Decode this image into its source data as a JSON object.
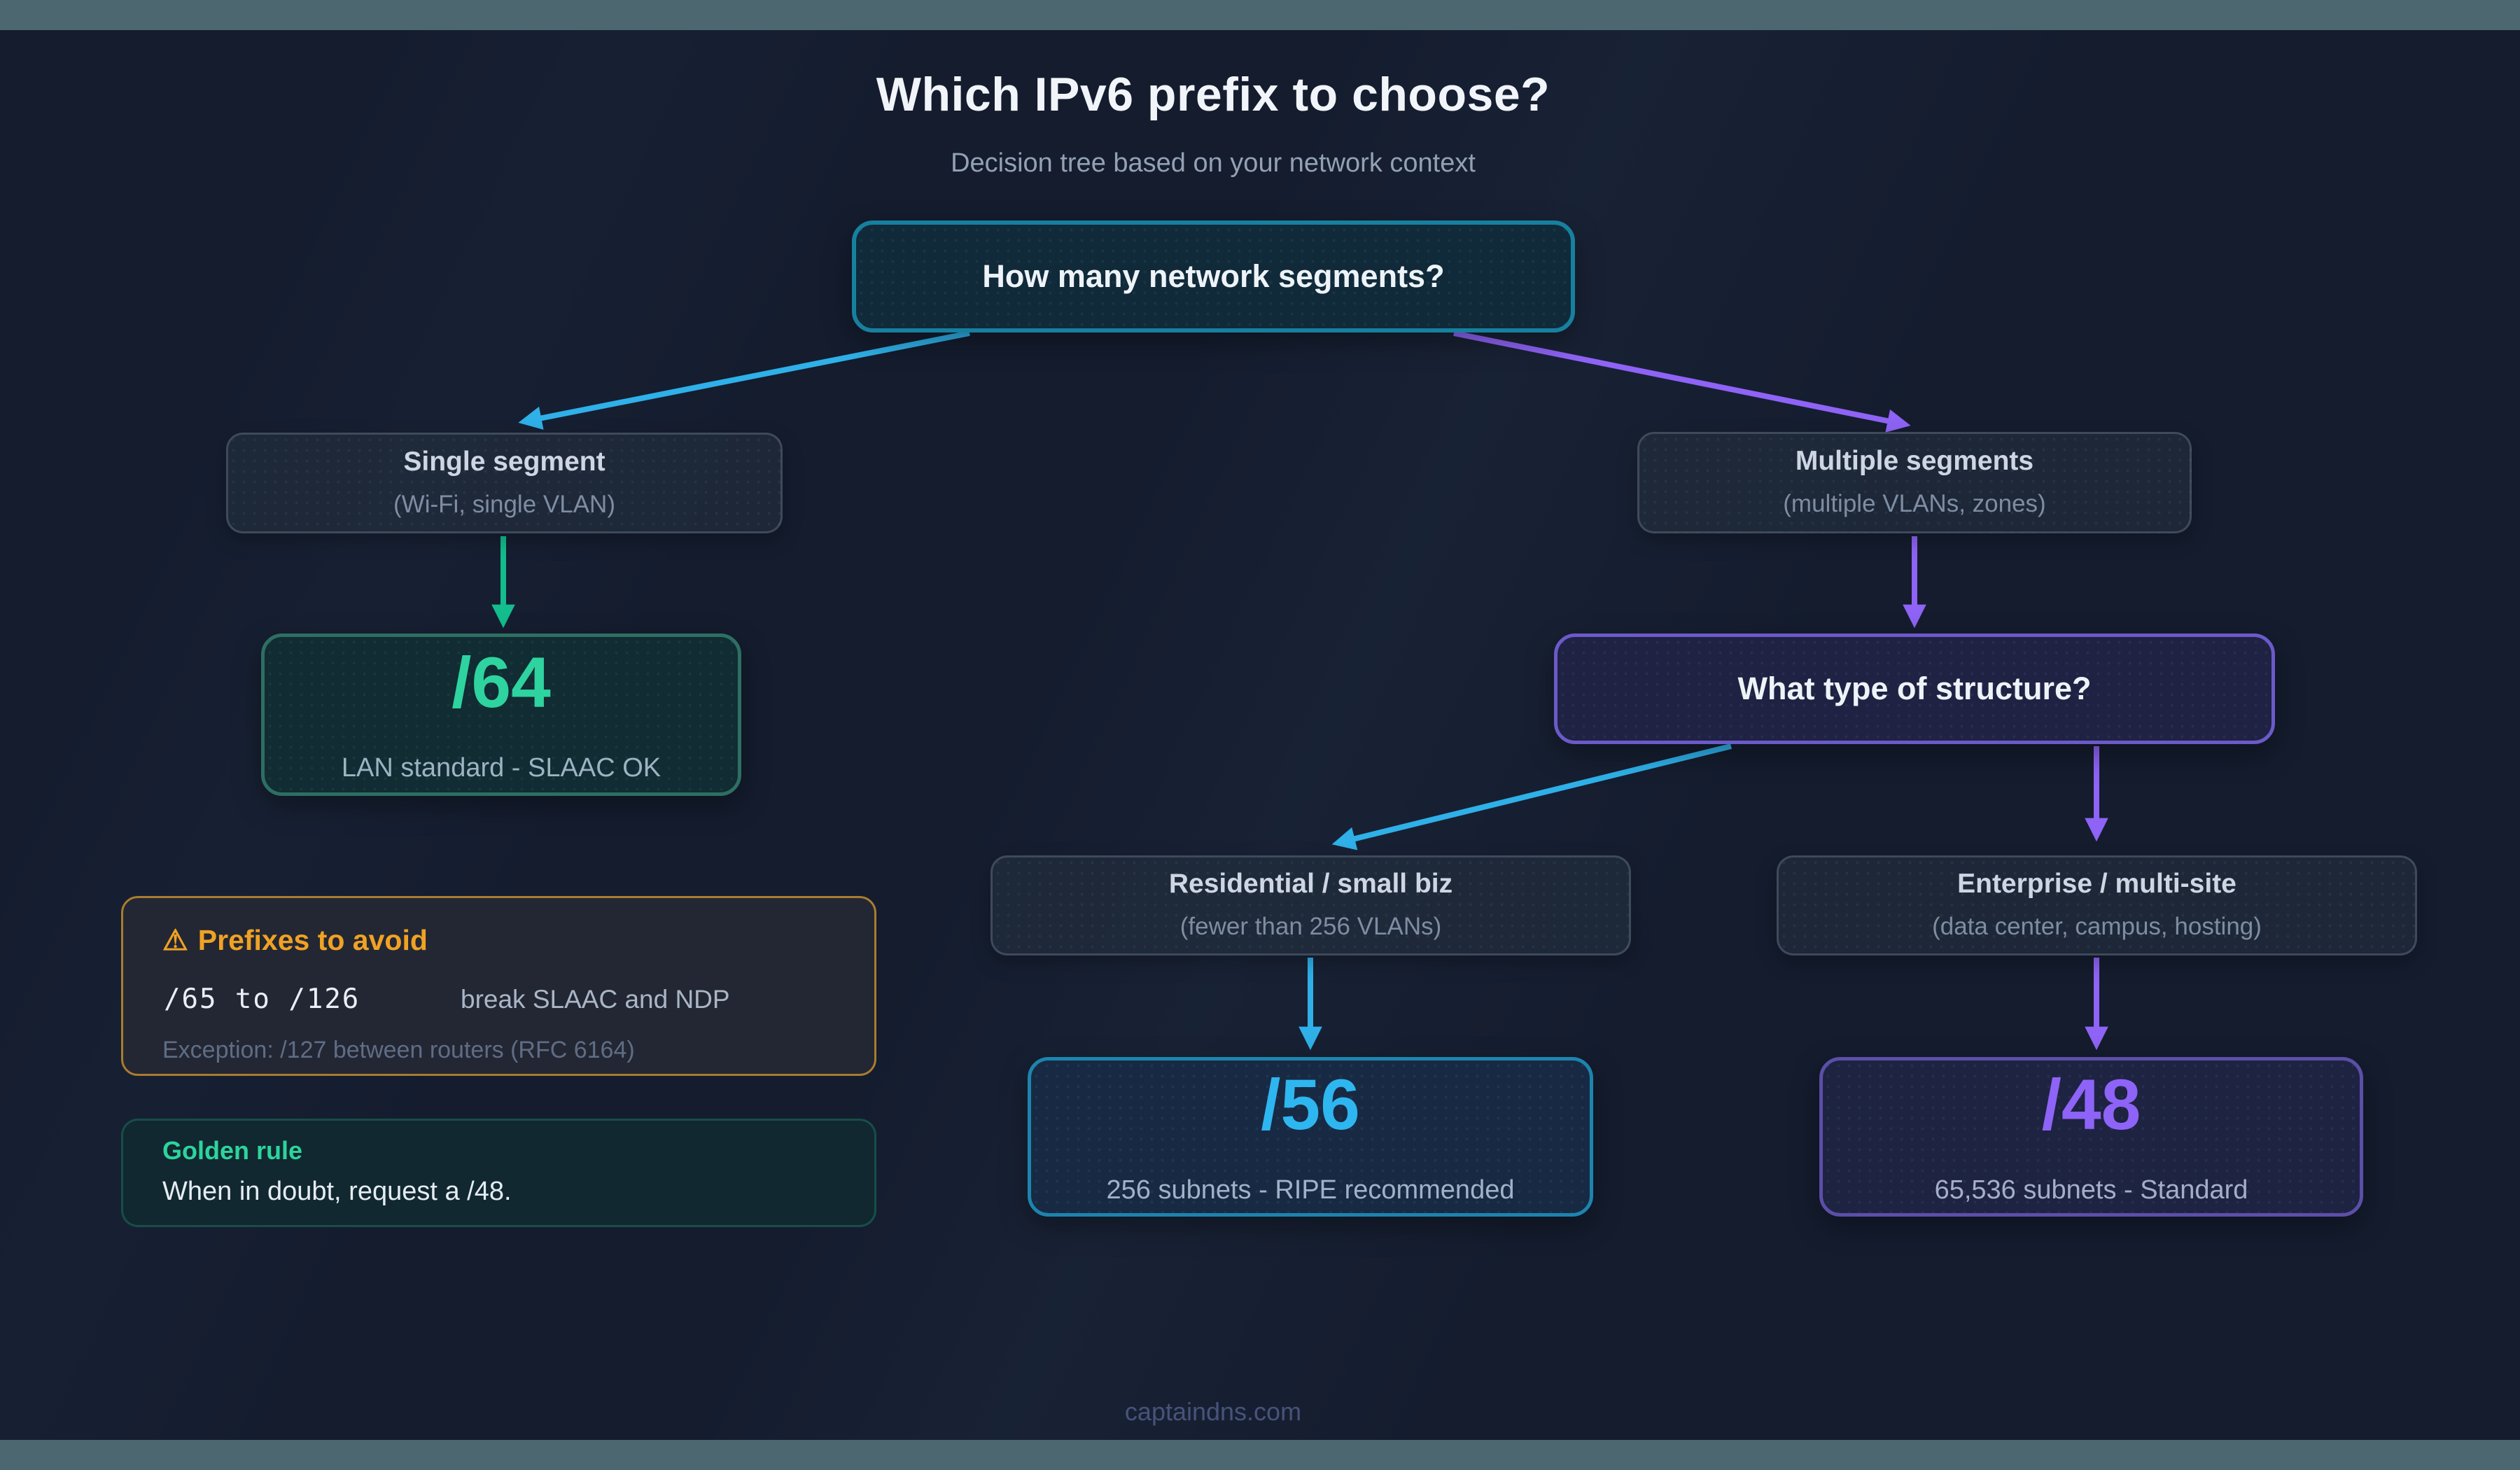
{
  "header": {
    "title": "Which IPv6 prefix to choose?",
    "subtitle": "Decision tree based on your network context"
  },
  "nodes": {
    "root": {
      "label": "How many network segments?"
    },
    "single": {
      "title": "Single segment",
      "subtitle": "(Wi-Fi, single VLAN)"
    },
    "multiple": {
      "title": "Multiple segments",
      "subtitle": "(multiple VLANs, zones)"
    },
    "structure": {
      "label": "What type of structure?"
    },
    "residential": {
      "title": "Residential / small biz",
      "subtitle": "(fewer than 256 VLANs)"
    },
    "enterprise": {
      "title": "Enterprise / multi-site",
      "subtitle": "(data center, campus, hosting)"
    },
    "prefix64": {
      "value": "/64",
      "caption": "LAN standard - SLAAC OK"
    },
    "prefix56": {
      "value": "/56",
      "caption": "256 subnets - RIPE recommended"
    },
    "prefix48": {
      "value": "/48",
      "caption": "65,536 subnets - Standard"
    }
  },
  "callouts": {
    "avoid": {
      "icon_glyph": "⚠",
      "title": "Prefixes to avoid",
      "range": "/65 to /126",
      "consequence": "break SLAAC and NDP",
      "exception": "Exception: /127 between routers (RFC 6164)"
    },
    "golden": {
      "title": "Golden rule",
      "text": "When in doubt, request a /48."
    }
  },
  "footer": {
    "site": "captaindns.com"
  },
  "colors": {
    "background": "#141c2e",
    "band": "#4d6771",
    "accent_cyan": "#2fb0e8",
    "accent_purple": "#8e63f5",
    "accent_green": "#13bd8d",
    "accent_amber": "#f0a224",
    "root_border": "#17809f",
    "structure_border": "#6b5ac9"
  }
}
